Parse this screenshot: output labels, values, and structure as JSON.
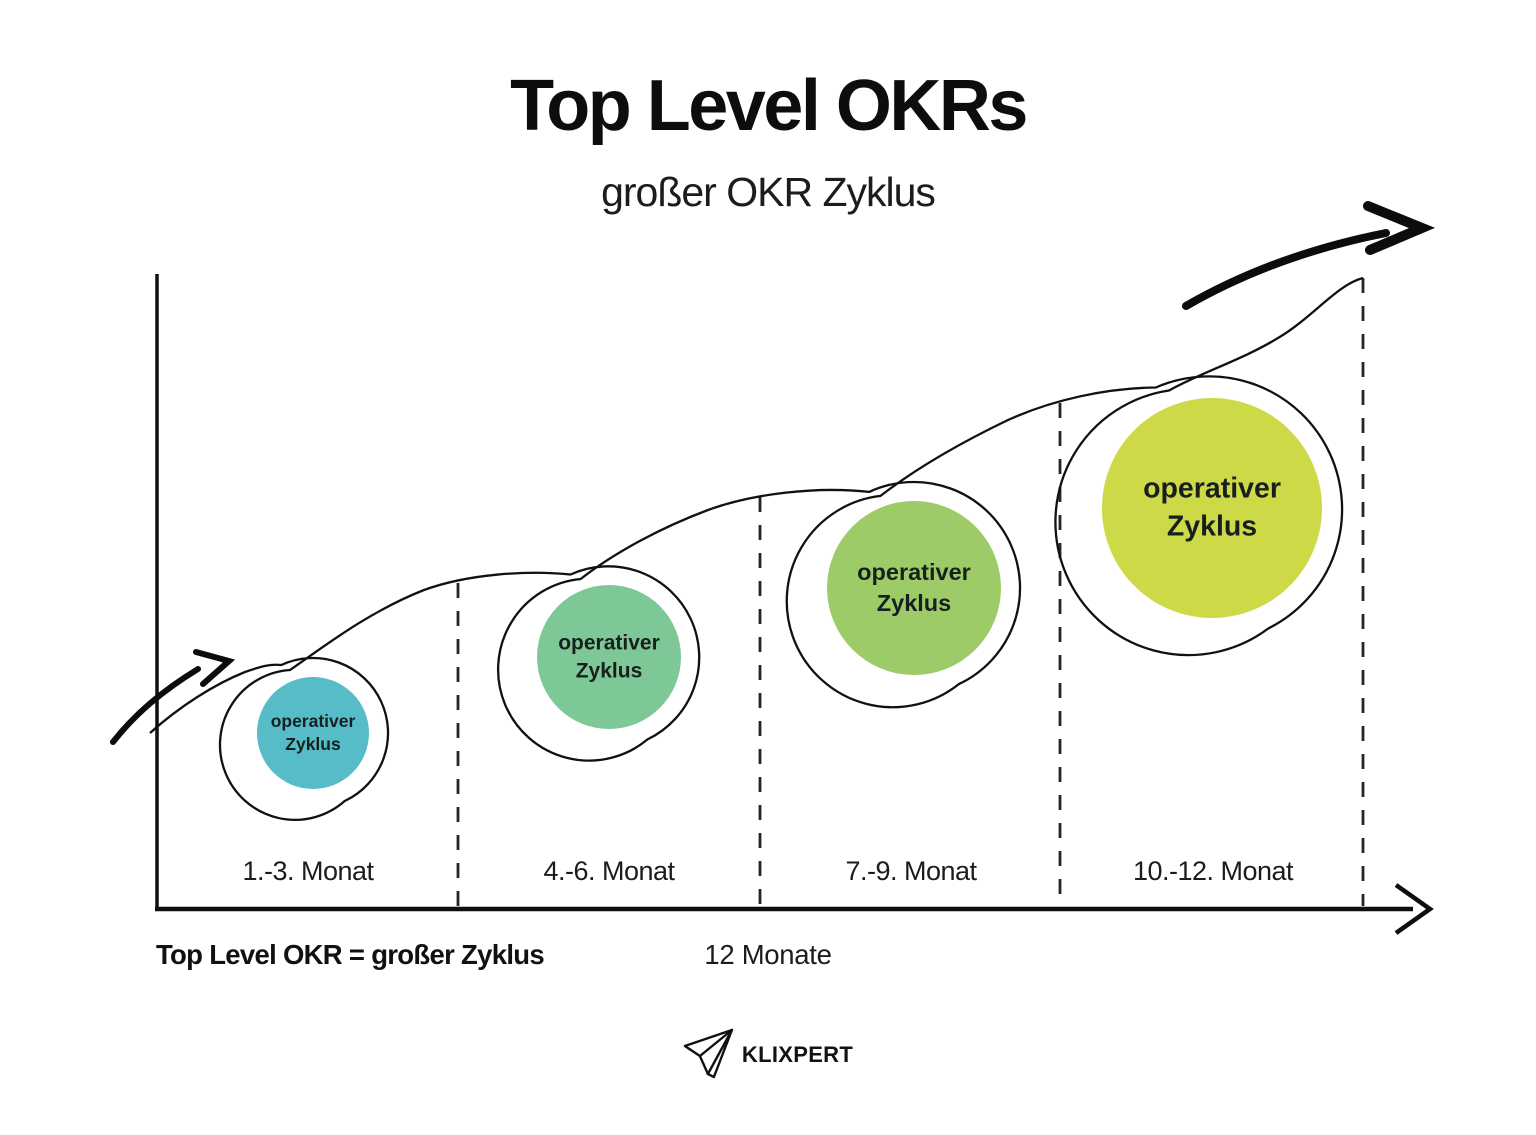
{
  "header": {
    "title": "Top Level OKRs",
    "subtitle": "großer OKR Zyklus"
  },
  "cycles": [
    {
      "label": "operativer Zyklus",
      "quarter": "1.-3. Monat",
      "color": "#55bcc8"
    },
    {
      "label": "operativer Zyklus",
      "quarter": "4.-6. Monat",
      "color": "#7ec897"
    },
    {
      "label": "operativer Zyklus",
      "quarter": "7.-9. Monat",
      "color": "#9dcb68"
    },
    {
      "label": "operativer Zyklus",
      "quarter": "10.-12. Monat",
      "color": "#cdd947"
    }
  ],
  "footer": {
    "equation": "Top Level OKR = großer Zyklus",
    "duration": "12 Monate"
  },
  "logo": {
    "text": "KLIXPERT",
    "icon": "paper-plane-icon"
  },
  "colors": {
    "ink": "#111111",
    "background": "#ffffff"
  }
}
